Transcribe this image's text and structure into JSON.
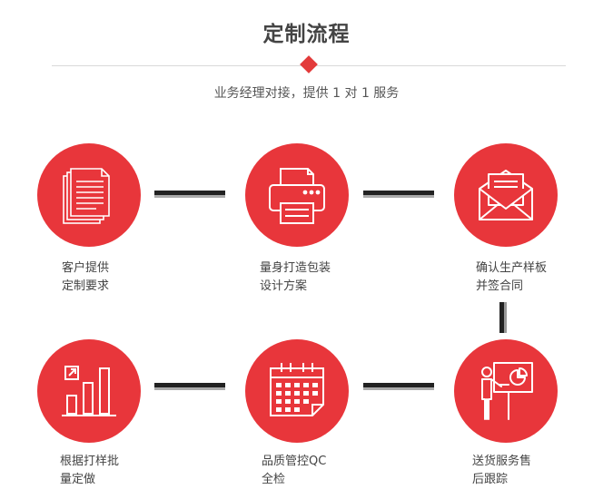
{
  "header": {
    "title": "定制流程",
    "subtitle": "业务经理对接，提供 1 对 1 服务"
  },
  "colors": {
    "accent": "#e8363b",
    "connector": "#222222"
  },
  "steps": [
    {
      "icon": "documents-icon",
      "line1": "客户提供",
      "line2": "定制要求"
    },
    {
      "icon": "printer-icon",
      "line1": "量身打造包装",
      "line2": "设计方案"
    },
    {
      "icon": "envelope-icon",
      "line1": "确认生产样板",
      "line2": "并签合同"
    },
    {
      "icon": "presentation-icon",
      "line1": "送货服务售",
      "line2": "后跟踪"
    },
    {
      "icon": "calendar-icon",
      "line1": "品质管控QC",
      "line2": "全检"
    },
    {
      "icon": "bar-chart-icon",
      "line1": "根据打样批",
      "line2": "量定做"
    }
  ]
}
